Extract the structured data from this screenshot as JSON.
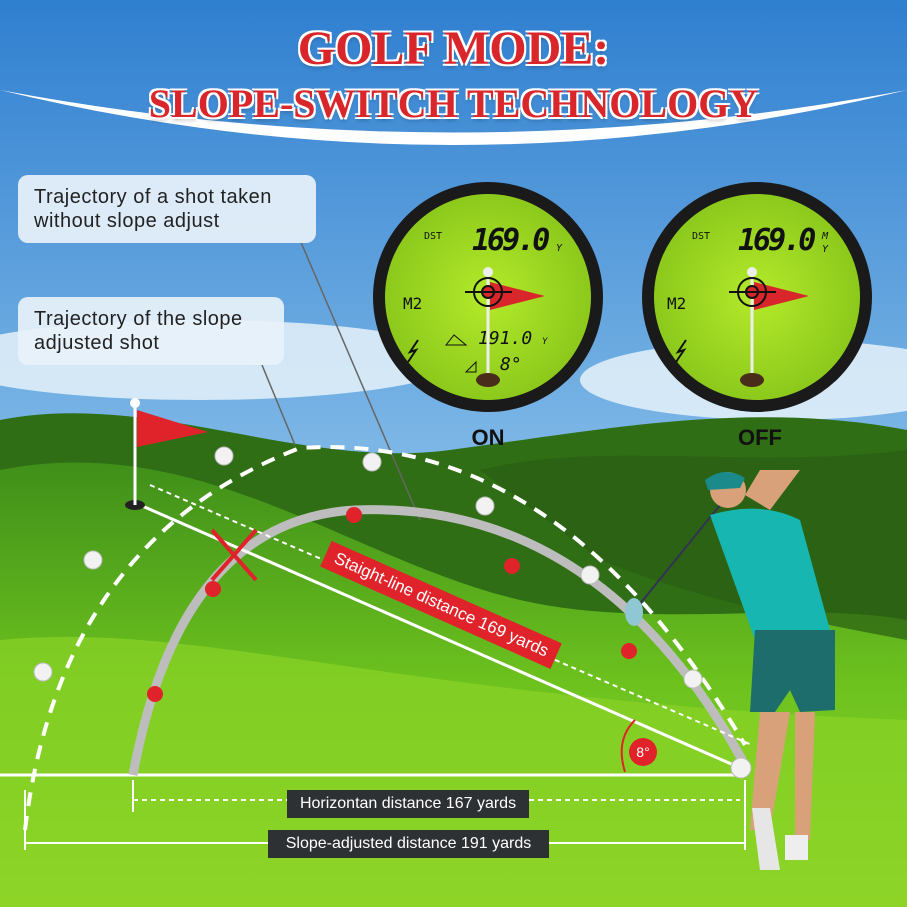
{
  "title": {
    "line1": "GOLF MODE:",
    "line2": "SLOPE-SWITCH TECHNOLOGY"
  },
  "callouts": {
    "without_slope": "Trajectory of a shot taken without slope adjust",
    "with_slope": "Trajectory of the slope adjusted shot"
  },
  "scopes": [
    {
      "label": "ON",
      "mode_tag": "DST",
      "distance": "169.0",
      "unit": "Y",
      "mode": "M2",
      "slope_distance": "191.0",
      "slope_unit": "Y",
      "angle": "8°"
    },
    {
      "label": "OFF",
      "mode_tag": "DST",
      "distance": "169.0",
      "unit": "Y",
      "unit_alt": "M",
      "mode": "M2"
    }
  ],
  "diagram": {
    "straight_line": "Staight-line distance 169 yards",
    "angle": "8°",
    "horizontal": "Horizontan distance 167 yards",
    "slope_adjusted": "Slope-adjusted distance 191 yards"
  },
  "colors": {
    "title_red": "#d8262b",
    "accent_red": "#e0232a",
    "lcd_green": "#a6e020",
    "label_dark": "#2e3133"
  }
}
